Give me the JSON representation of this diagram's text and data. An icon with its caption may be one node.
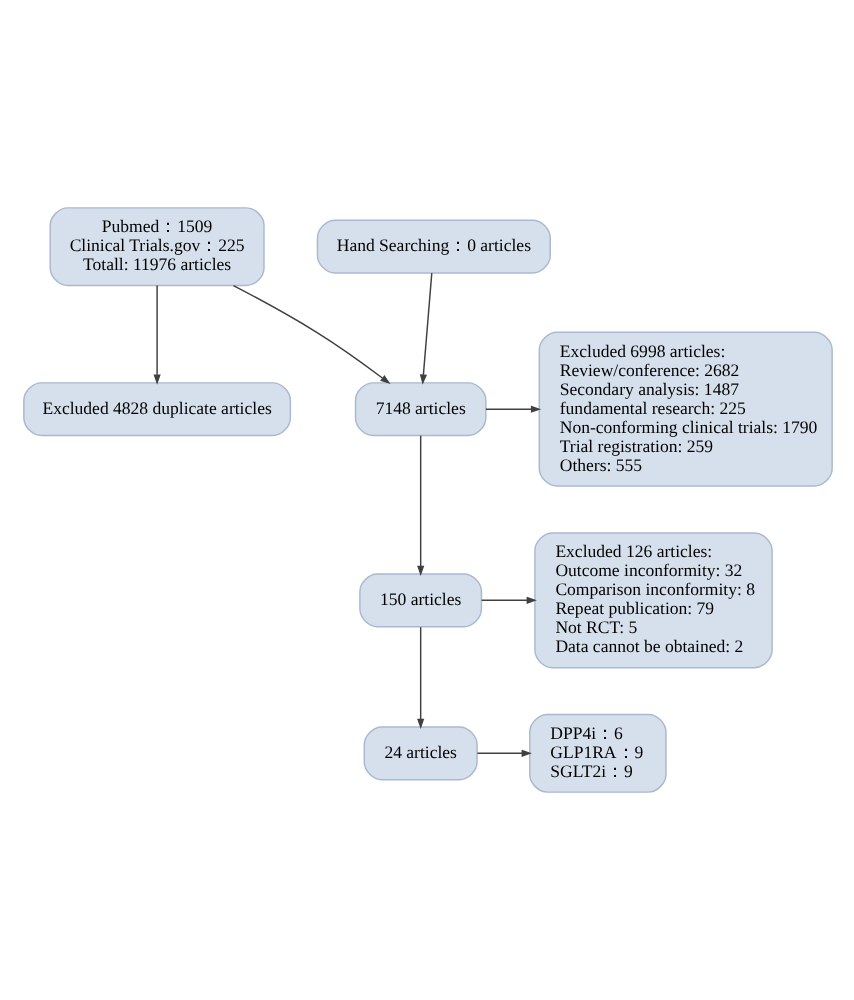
{
  "diagram": {
    "nodes": [
      {
        "text": [
          "Pubmed：1509",
          "Clinical Trials.gov：225",
          "Totall: 11976 articles"
        ]
      },
      {
        "text": [
          "Hand Searching：0 articles"
        ]
      },
      {
        "text": [
          "Excluded 4828 duplicate articles"
        ]
      },
      {
        "text": [
          "Excluded 6998 articles:",
          "Review/conference: 2682",
          "Secondary analysis: 1487",
          "fundamental research: 225",
          "Non-conforming clinical trials: 1790",
          "Trial registration: 259",
          "Others: 555"
        ]
      },
      {
        "text": [
          "7148 articles"
        ]
      },
      {
        "text": [
          "Excluded 126 articles:",
          "Outcome inconformity: 32",
          "Comparison inconformity: 8",
          "Repeat publication: 79",
          "Not RCT: 5",
          "Data cannot be obtained: 2"
        ]
      },
      {
        "text": [
          "150 articles"
        ]
      },
      {
        "text": [
          "24 articles"
        ]
      },
      {
        "text": [
          "DPP4i：6",
          "GLP1RA：9",
          "SGLT2i：9"
        ]
      }
    ],
    "edges": [
      {
        "from": 0,
        "to": 4,
        "arrow": "to"
      },
      {
        "from": 1,
        "to": 4,
        "arrow": "to"
      },
      {
        "from": 0,
        "to": 2,
        "arrow": "to"
      },
      {
        "from": 4,
        "to": 3,
        "arrow": "to"
      },
      {
        "from": 4,
        "to": 6,
        "arrow": "to"
      },
      {
        "from": 6,
        "to": 5,
        "arrow": "to"
      },
      {
        "from": 6,
        "to": 7,
        "arrow": "to"
      },
      {
        "from": 7,
        "to": 8,
        "arrow": "to"
      }
    ]
  }
}
